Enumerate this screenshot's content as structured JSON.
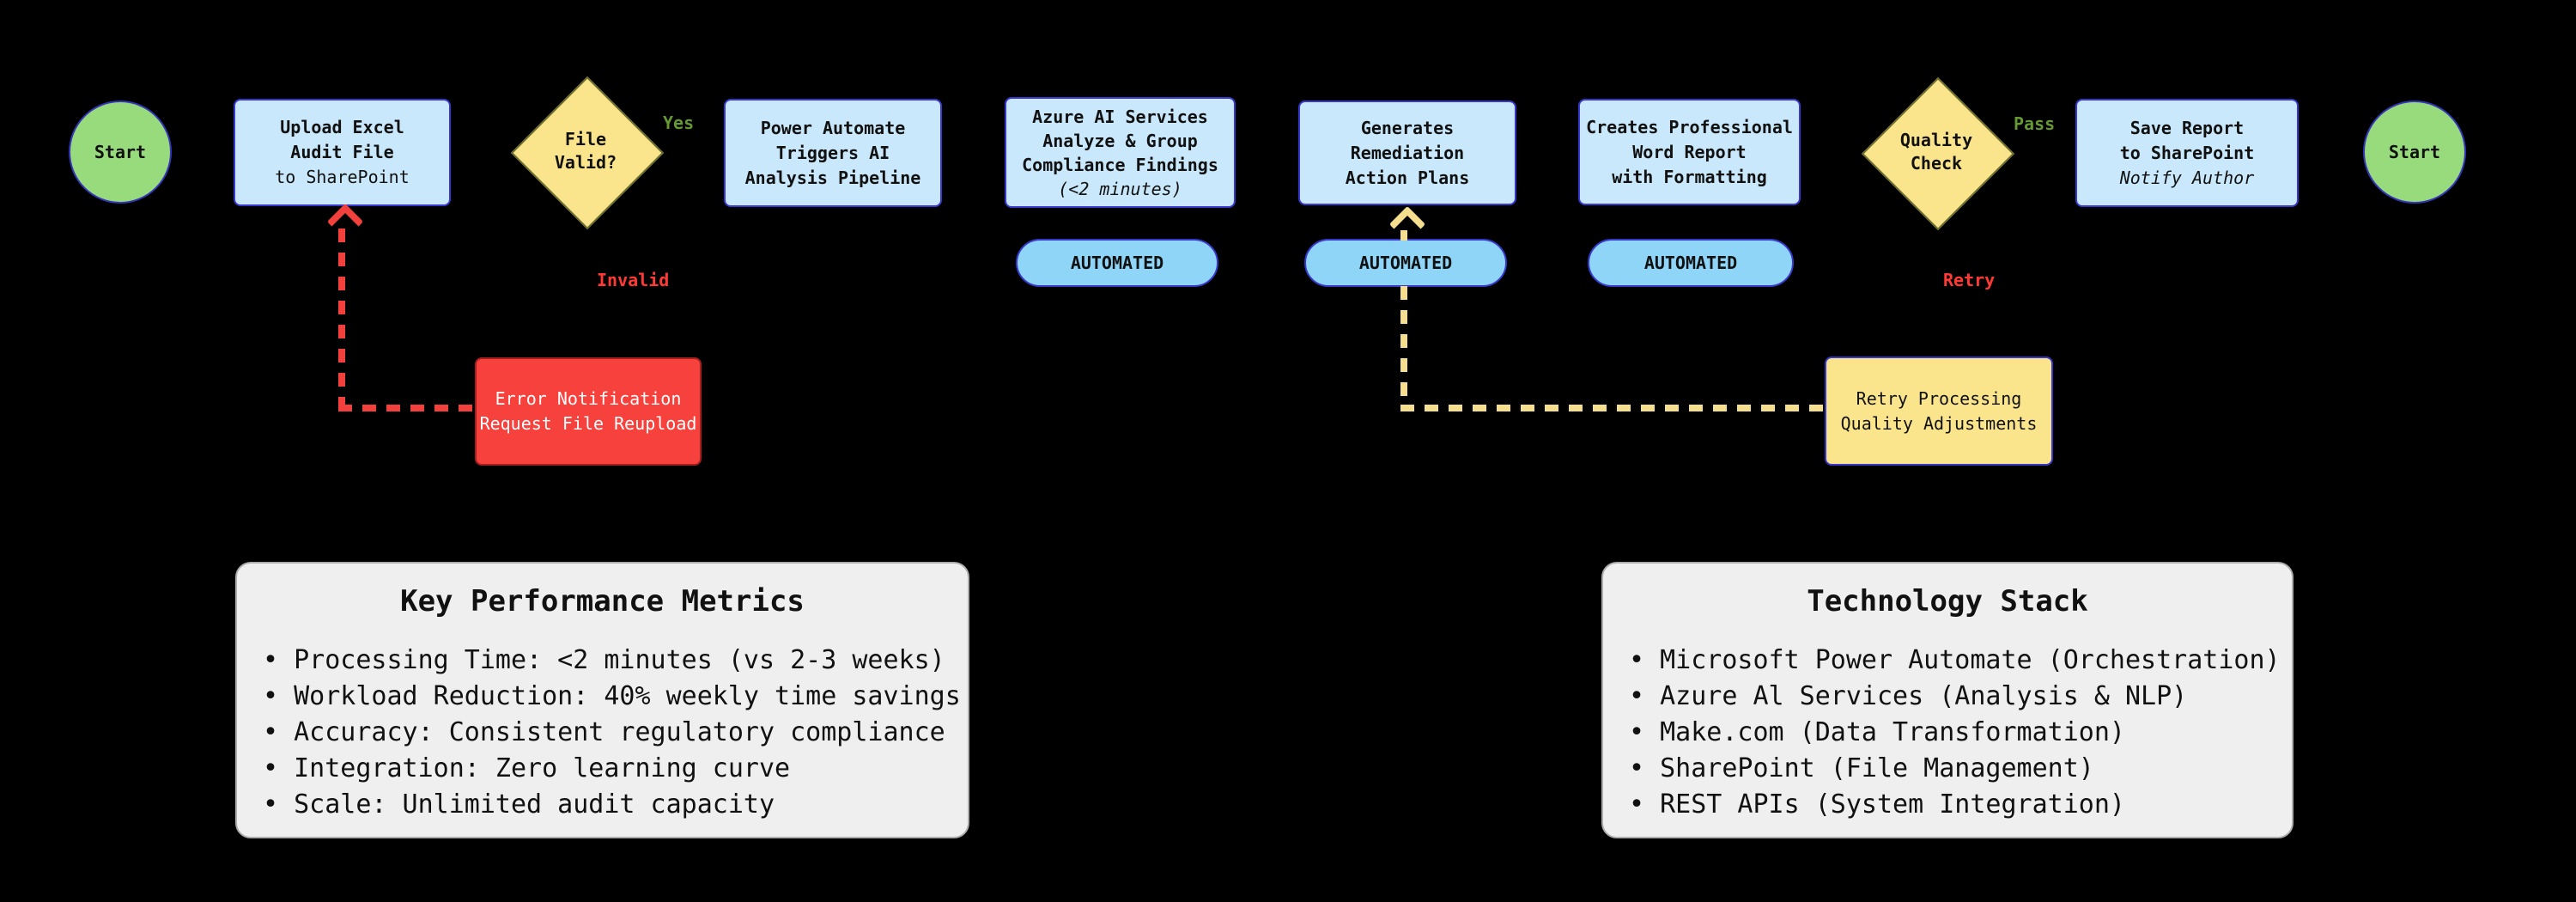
{
  "colors": {
    "background": "#000000",
    "process_fill": "#c9e8fb",
    "process_border": "#3838cc",
    "badge_fill": "#8fd5f8",
    "terminal_fill": "#98db7d",
    "decision_fill": "#fae48c",
    "decision_border": "#6e6e2e",
    "error_fill": "#f6413c",
    "retry_fill": "#fae48c",
    "edge_yes_pass": "#669933",
    "edge_invalid_retry": "#ff3a36",
    "panel_fill": "#efefef"
  },
  "flow": {
    "start_left_label": "Start",
    "end_right_label": "Start",
    "nodes": {
      "upload": {
        "lines": [
          "Upload Excel",
          "Audit File",
          "to SharePoint"
        ]
      },
      "file_valid": {
        "lines": [
          "File",
          "Valid?"
        ]
      },
      "power": {
        "lines": [
          "Power Automate",
          "Triggers AI",
          "Analysis Pipeline"
        ]
      },
      "azure": {
        "lines": [
          "Azure AI Services",
          "Analyze & Group",
          "Compliance Findings",
          "(<2 minutes)"
        ]
      },
      "generates": {
        "lines": [
          "Generates",
          "Remediation",
          "Action Plans"
        ]
      },
      "creates": {
        "lines": [
          "Creates Professional",
          "Word Report",
          "with Formatting"
        ]
      },
      "quality": {
        "lines": [
          "Quality",
          "Check"
        ]
      },
      "save": {
        "lines": [
          "Save Report",
          "to SharePoint",
          "Notify Author"
        ]
      },
      "error": {
        "lines": [
          "Error Notification",
          "Request File Reupload"
        ]
      },
      "retry": {
        "lines": [
          "Retry Processing",
          "Quality Adjustments"
        ]
      }
    },
    "edge_labels": {
      "yes": "Yes",
      "invalid": "Invalid",
      "pass": "Pass",
      "retry": "Retry"
    },
    "badges": {
      "automated": "AUTOMATED"
    }
  },
  "panels": {
    "bullet": "•",
    "metrics": {
      "title": "Key Performance Metrics",
      "items": [
        "Processing Time: <2 minutes (vs 2-3 weeks)",
        "Workload Reduction: 40% weekly time savings",
        "Accuracy: Consistent regulatory compliance",
        "Integration: Zero learning curve",
        "Scale: Unlimited audit capacity"
      ]
    },
    "tech": {
      "title": "Technology Stack",
      "items": [
        "Microsoft Power Automate (Orchestration)",
        "Azure Al Services (Analysis & NLP)",
        "Make.com (Data Transformation)",
        "SharePoint (File Management)",
        "REST APIs (System Integration)"
      ]
    }
  }
}
